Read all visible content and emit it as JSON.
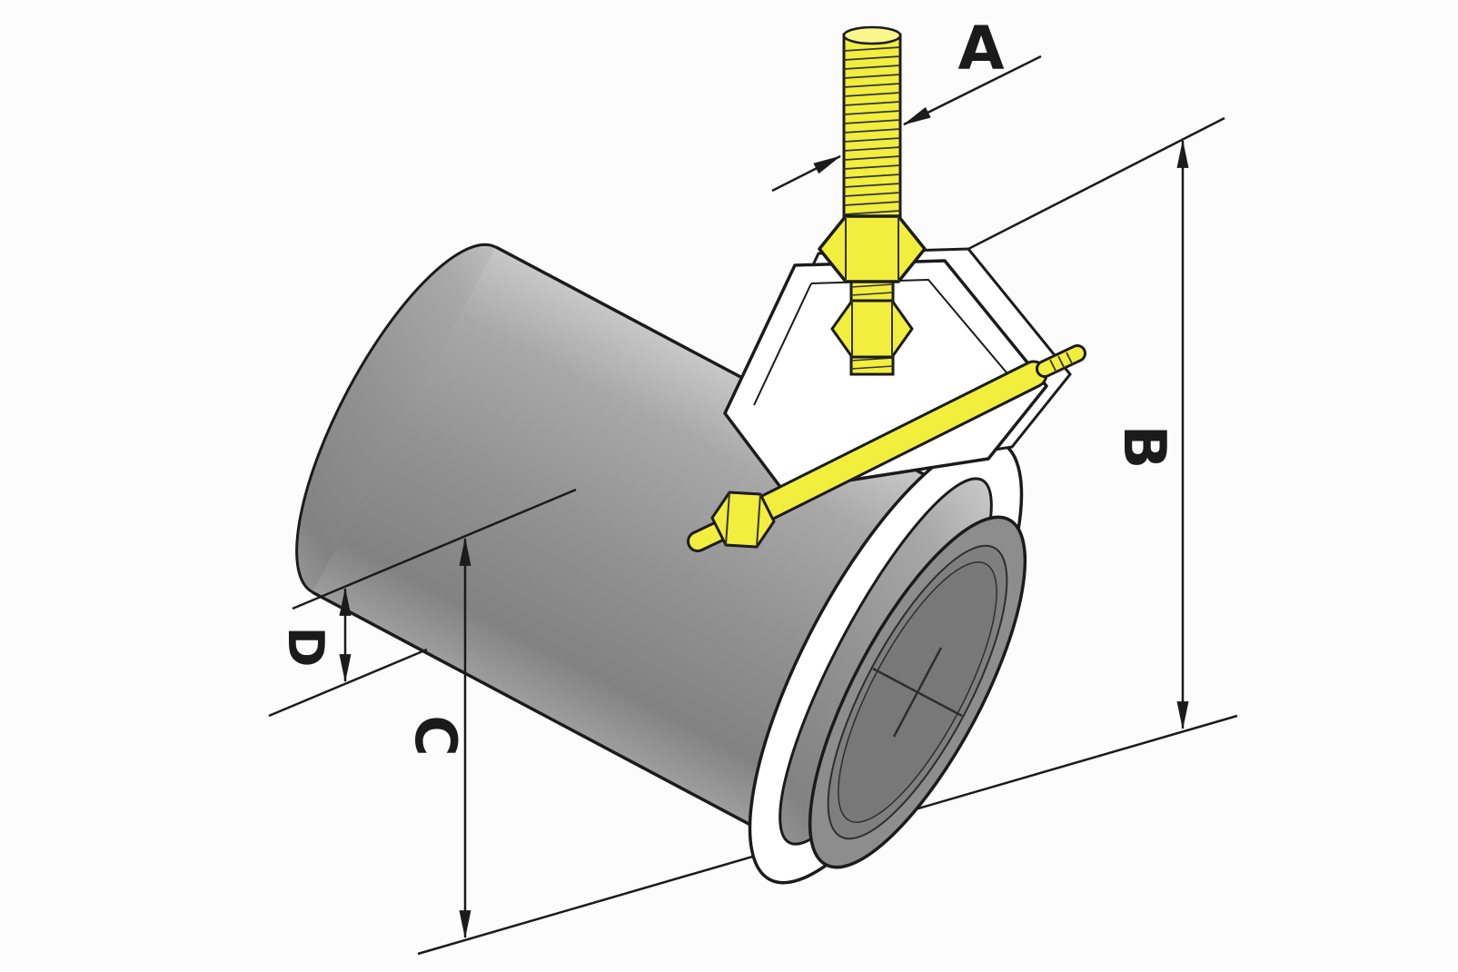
{
  "labels": {
    "a": "A",
    "b": "B",
    "c": "C",
    "d": "D"
  },
  "colors": {
    "background": "#fcfcfc",
    "outline": "#1b1b1b",
    "pipe_light": "#c8c8c8",
    "pipe_gray": "#919191",
    "pipe_dark": "#828282",
    "face_gray": "#8d8d8d",
    "face_mid": "#7f7f7f",
    "face_inner": "#787878",
    "clamp_white": "#ffffff",
    "rod_yellow": "#f1ee3d",
    "rod_yellow_light": "#f9f78c",
    "thread": "#333333"
  }
}
